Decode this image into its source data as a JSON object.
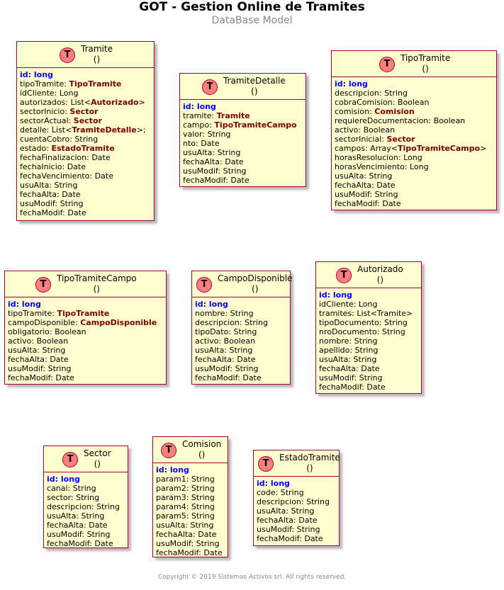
{
  "title": "GOT - Gestion Online de Tramites",
  "subtitle": "DataBase Model",
  "footer": "Copyright © 2019 Sistemas Activos srl. All rights reserved.",
  "badge_letter": "T",
  "colors": {
    "entity_fill": "#FEFECE",
    "border": "#A80036",
    "badge": "#FF7F7F",
    "id_field": "#0000FF",
    "type_ref": "#800000"
  },
  "entities": [
    {
      "name": "Tramite",
      "parens": "()",
      "fields": [
        [
          "id: long"
        ],
        [
          "tipoTramite: ",
          "TipoTramite"
        ],
        [
          "idCliente: Long"
        ],
        [
          "autorizados: List<",
          "Autorizado",
          ">"
        ],
        [
          "sectorInicio: ",
          "Sector"
        ],
        [
          "sectorActual: ",
          "Sector"
        ],
        [
          "detalle: List<",
          "TramiteDetalle",
          ">;"
        ],
        [
          "cuentaCobro: String"
        ],
        [
          "estado: ",
          "EstadoTramite"
        ],
        [
          "fechaFinalizacion: Date"
        ],
        [
          "fechaInicio: Date"
        ],
        [
          "fechaVencimiento: Date"
        ],
        [
          "usuAlta: String"
        ],
        [
          "fechaAlta: Date"
        ],
        [
          "usuModif: String"
        ],
        [
          "fechaModif: Date"
        ]
      ]
    },
    {
      "name": "TramiteDetalle",
      "parens": "()",
      "fields": [
        [
          "id: long"
        ],
        [
          "tramite: ",
          "Tramite"
        ],
        [
          "campo: ",
          "TipoTramiteCampo"
        ],
        [
          "valor: String"
        ],
        [
          "nto: Date"
        ],
        [
          "usuAlta: String"
        ],
        [
          "fechaAlta: Date"
        ],
        [
          "usuModif: String"
        ],
        [
          "fechaModif: Date"
        ]
      ]
    },
    {
      "name": "TipoTramite",
      "parens": "()",
      "fields": [
        [
          "id: long"
        ],
        [
          "descripcion: String"
        ],
        [
          "cobraComision: Boolean"
        ],
        [
          "comision: ",
          "Comision"
        ],
        [
          "requiereDocumentacion: Boolean"
        ],
        [
          "activo: Boolean"
        ],
        [
          "sectorInicial: ",
          "Sector"
        ],
        [
          "campos: Array<",
          "TipoTramiteCampo",
          ">"
        ],
        [
          "horasResolucion: Long"
        ],
        [
          "horasVencimiento: Long"
        ],
        [
          "usuAlta: String"
        ],
        [
          "fechaAlta: Date"
        ],
        [
          "usuModif: String"
        ],
        [
          "fechaModif: Date"
        ]
      ]
    },
    {
      "name": "TipoTramiteCampo",
      "parens": "()",
      "fields": [
        [
          "id: long"
        ],
        [
          "tipoTramite: ",
          "TipoTramite"
        ],
        [
          "campoDisponible: ",
          "CampoDisponible"
        ],
        [
          "obligatorio: Boolean"
        ],
        [
          "activo: Boolean"
        ],
        [
          "usuAlta: String"
        ],
        [
          "fechaAlta: Date"
        ],
        [
          "usuModif: String"
        ],
        [
          "fechaModif: Date"
        ]
      ]
    },
    {
      "name": "CampoDisponible",
      "parens": "()",
      "fields": [
        [
          "id: long"
        ],
        [
          "nombre: String"
        ],
        [
          "descripcion: String"
        ],
        [
          "tipoDato: String"
        ],
        [
          "activo: Boolean"
        ],
        [
          "usuAlta: String"
        ],
        [
          "fechaAlta: Date"
        ],
        [
          "usuModif: String"
        ],
        [
          "fechaModif: Date"
        ]
      ]
    },
    {
      "name": "Autorizado",
      "parens": "()",
      "fields": [
        [
          "id: long"
        ],
        [
          "idCliente: Long"
        ],
        [
          "tramites: List<Tramite>"
        ],
        [
          "tipoDocumento: String"
        ],
        [
          "nroDocumento: String"
        ],
        [
          "nombre: String"
        ],
        [
          "apellido: String"
        ],
        [
          "usuAlta: String"
        ],
        [
          "fechaAlta: Date"
        ],
        [
          "usuModif: String"
        ],
        [
          "fechaModif: Date"
        ]
      ]
    },
    {
      "name": "Sector",
      "parens": "()",
      "fields": [
        [
          "id: long"
        ],
        [
          "canal: String"
        ],
        [
          "sector: String"
        ],
        [
          "descripcion: String"
        ],
        [
          "usuAlta: String"
        ],
        [
          "fechaAlta: Date"
        ],
        [
          "usuModif: String"
        ],
        [
          "fechaModif: Date"
        ]
      ]
    },
    {
      "name": "Comision",
      "parens": "()",
      "fields": [
        [
          "id: long"
        ],
        [
          "param1: String"
        ],
        [
          "param2: String"
        ],
        [
          "param3: String"
        ],
        [
          "param4: String"
        ],
        [
          "param5: String"
        ],
        [
          "usuAlta: String"
        ],
        [
          "fechaAlta: Date"
        ],
        [
          "usuModif: String"
        ],
        [
          "fechaModif: Date"
        ]
      ]
    },
    {
      "name": "EstadoTramite",
      "parens": "()",
      "fields": [
        [
          "id: long"
        ],
        [
          "code: String"
        ],
        [
          "descripcion: String"
        ],
        [
          "usuAlta: String"
        ],
        [
          "fechaAlta: Date"
        ],
        [
          "usuModif: String"
        ],
        [
          "fechaModif: Date"
        ]
      ]
    }
  ]
}
